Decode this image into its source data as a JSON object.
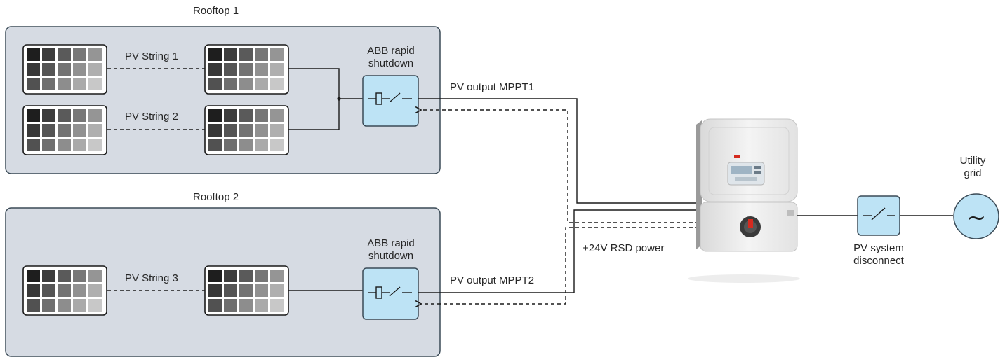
{
  "rooftops": [
    {
      "title": "Rooftop 1",
      "strings": [
        "PV String 1",
        "PV String 2"
      ],
      "shutdown_label": [
        "ABB rapid",
        "shutdown"
      ]
    },
    {
      "title": "Rooftop 2",
      "strings": [
        "PV String 3"
      ],
      "shutdown_label": [
        "ABB rapid",
        "shutdown"
      ]
    }
  ],
  "wires": {
    "mppt1": "PV output MPPT1",
    "mppt2": "PV output MPPT2",
    "rsd_power": "+24V RSD power"
  },
  "disconnect_label": [
    "PV system",
    "disconnect"
  ],
  "grid_label": [
    "Utility",
    "grid"
  ],
  "grid_symbol": "~",
  "colors": {
    "rooftop_fill": "#d6dbe3",
    "device_fill": "#bde3f5",
    "device_stroke": "#3a4a56",
    "wire": "#1a1a1a"
  }
}
